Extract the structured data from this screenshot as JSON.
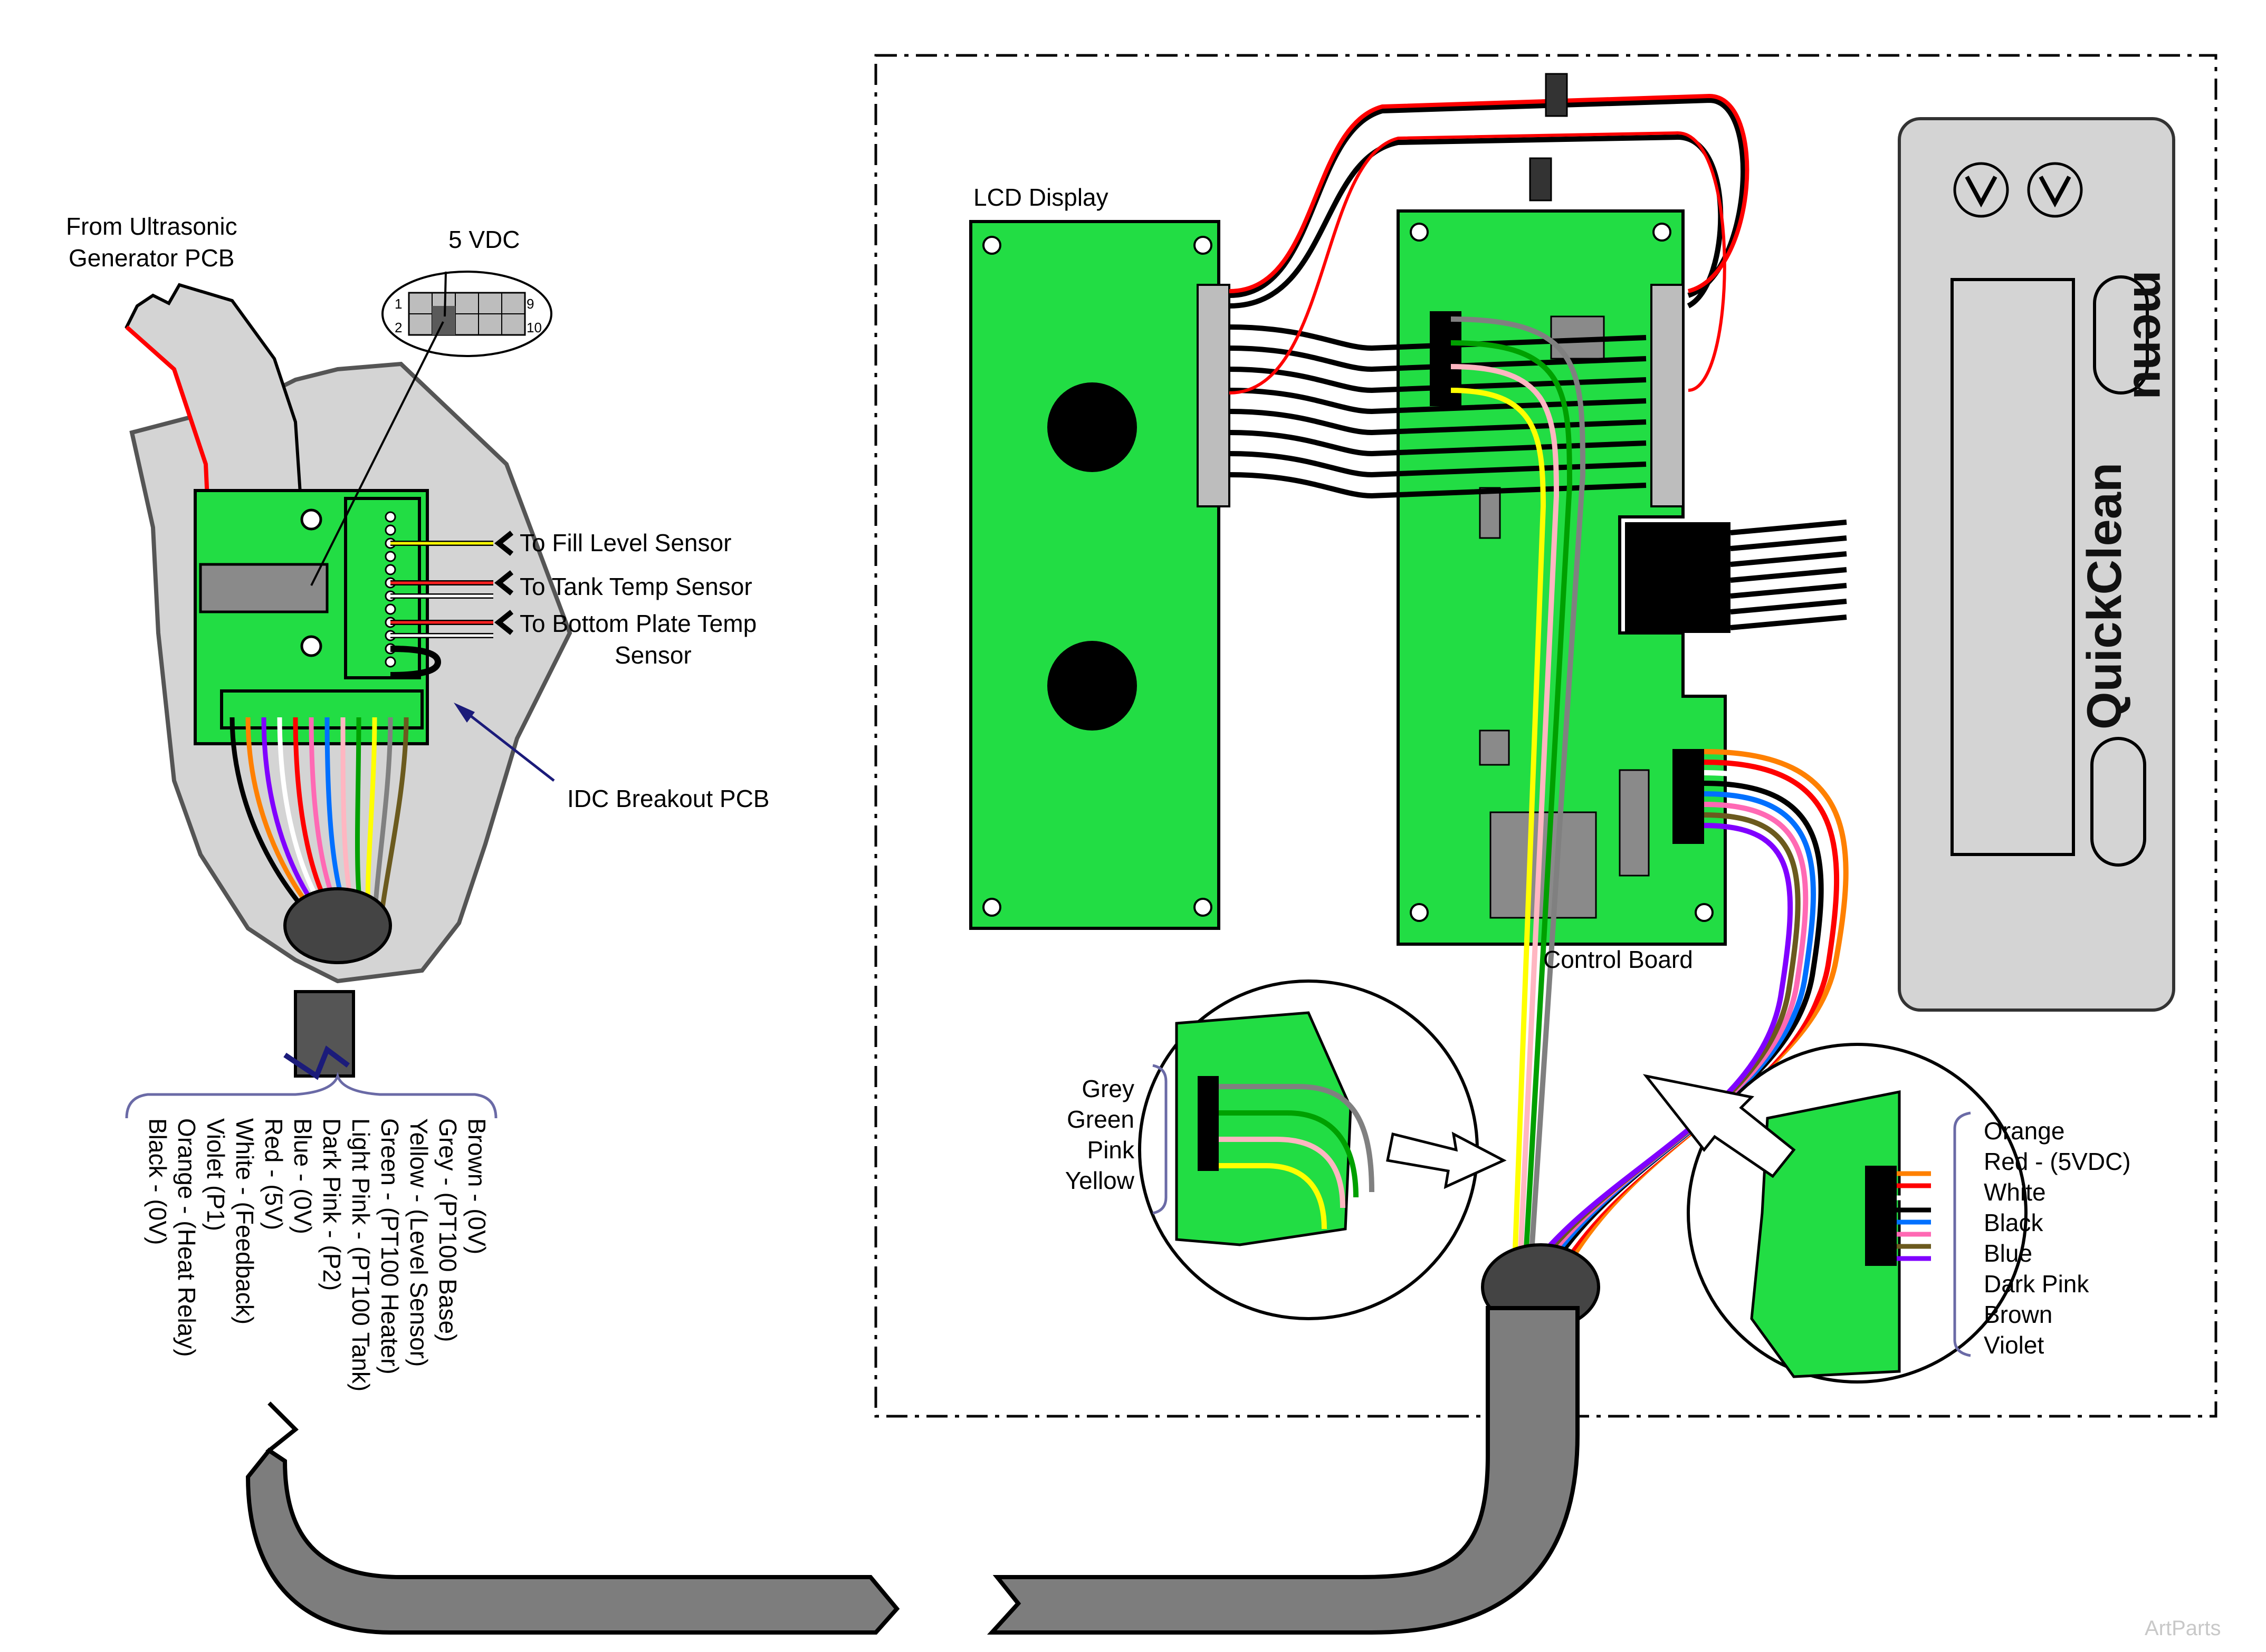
{
  "labels": {
    "from_generator_line1": "From Ultrasonic",
    "from_generator_line2": "Generator PCB",
    "five_vdc": "5 VDC",
    "connector_pin_1": "1",
    "connector_pin_2": "2",
    "connector_pin_9": "9",
    "connector_pin_10": "10",
    "to_fill_level_sensor": "To Fill Level Sensor",
    "to_tank_temp_sensor": "To Tank Temp Sensor",
    "to_bottom_plate_line1": "To Bottom Plate Temp",
    "to_bottom_plate_line2": "Sensor",
    "idc_breakout_pcb": "IDC Breakout PCB",
    "lcd_display": "LCD Display",
    "control_board": "Control Board",
    "brand": "QuickClean",
    "menu": "menu",
    "watermark": "ArtParts"
  },
  "cable_legend": [
    "Brown - (0V)",
    "Grey - (PT100 Base)",
    "Yellow - (Level Sensor)",
    "Green - (PT100 Heater)",
    "Light Pink - (PT100 Tank)",
    "Dark Pink - (P2)",
    "Blue - (0V)",
    "Red - (5V)",
    "White - (Feedback)",
    "Violet (P1)",
    "Orange - (Heat Relay)",
    "Black - (0V)"
  ],
  "left_inset_legend": [
    "Grey",
    "Green",
    "Pink",
    "Yellow"
  ],
  "right_inset_legend": [
    "Orange",
    "Red - (5VDC)",
    "White",
    "Black",
    "Blue",
    "Dark Pink",
    "Brown",
    "Violet"
  ],
  "colors": {
    "pcb_green": "#22dd44",
    "panel_grey": "#d4d4d4",
    "cable_grey": "#7d7d7d",
    "legend_bracket": "#6a6aa6",
    "arrow_navy": "#1b1b7a"
  }
}
